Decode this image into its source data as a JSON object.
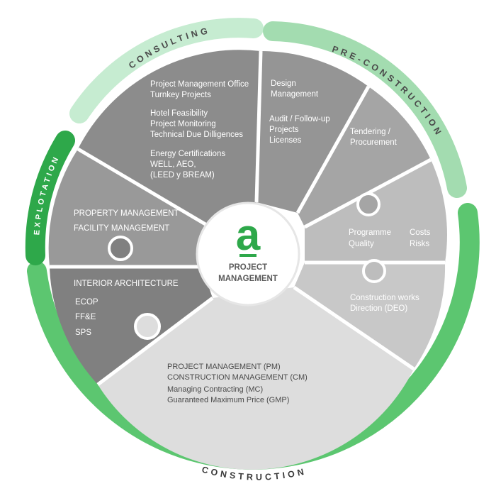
{
  "colors": {
    "seg_consulting": "#8c8c8c",
    "seg_design": "#959595",
    "seg_tendering": "#a5a5a5",
    "seg_programme": "#bdbdbd",
    "seg_construction_works": "#c8c8c8",
    "seg_pm": "#dddddd",
    "seg_interior": "#808080",
    "seg_property": "#999999",
    "arc_consulting": "#c6ecd1",
    "arc_preconstruction": "#a3dcb0",
    "arc_construction": "#5cc670",
    "arc_exploitation": "#2ea84a",
    "logo_green": "#2ea84a"
  },
  "arcs": {
    "consulting": "CONSULTING",
    "preconstruction": "PRE-CONSTRUCTION",
    "construction": "CONSTRUCTION",
    "exploitation": "EXPLOTATION"
  },
  "center": {
    "logo": "a",
    "line1": "PROJECT",
    "line2": "MANAGEMENT"
  },
  "segments": {
    "consulting": {
      "lines": [
        "Project Management Office",
        "Turnkey Projects",
        "",
        "Hotel Feasibility",
        "Project Monitoring",
        "Technical Due Dilligences",
        "",
        "Energy Certifications",
        "WELL, AEO,",
        "(LEED y BREAM)"
      ]
    },
    "design": {
      "lines": [
        "Design",
        "Management",
        "",
        "Audit / Follow-up",
        "Projects",
        "Licenses"
      ]
    },
    "tendering": {
      "lines": [
        "Tendering /",
        "Procurement"
      ]
    },
    "programme": {
      "col1": [
        "Programme",
        "Quality"
      ],
      "col2": [
        "Costs",
        "Risks"
      ]
    },
    "construction_works": {
      "lines": [
        "Construction works",
        "Direction (DEO)"
      ]
    },
    "pm": {
      "lines": [
        "PROJECT MANAGEMENT (PM)",
        "CONSTRUCTION  MANAGEMENT (CM)",
        "Managing  Contracting (MC)",
        "Guaranteed Maximum Price (GMP)"
      ]
    },
    "interior": {
      "lines": [
        "INTERIOR ARCHITECTURE",
        "ECOP",
        "FF&E",
        "SPS"
      ]
    },
    "property": {
      "lines": [
        "PROPERTY  MANAGEMENT",
        "FACILITY MANAGEMENT"
      ]
    }
  }
}
